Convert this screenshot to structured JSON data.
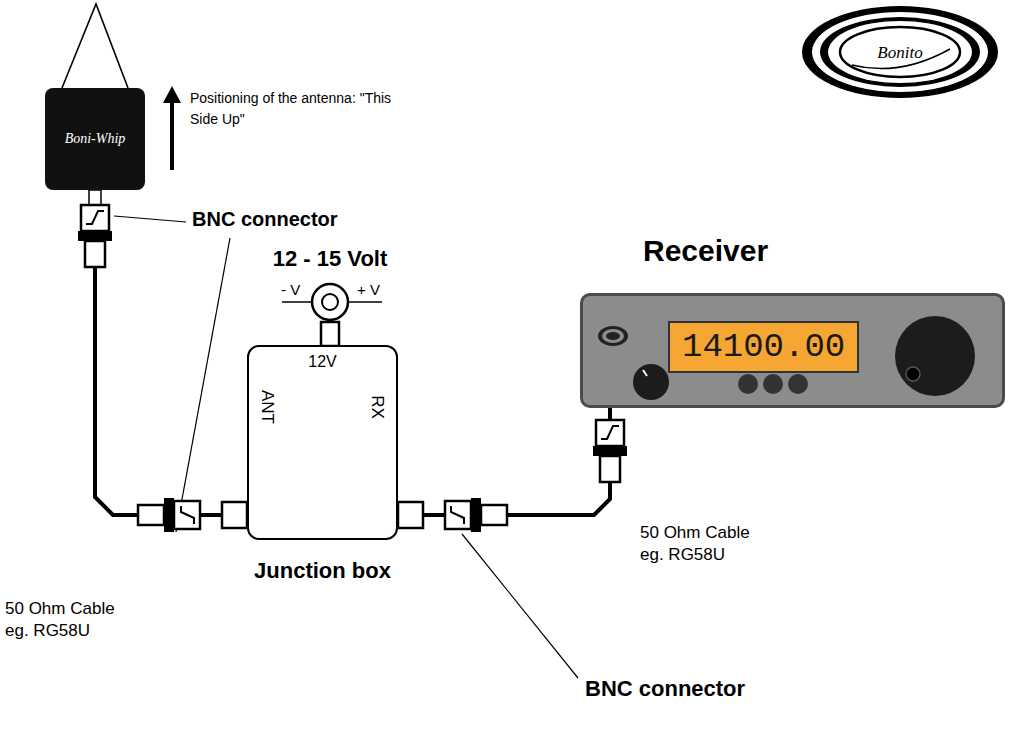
{
  "diagram": {
    "nodes": [
      {
        "text": [
          "Bonito"
        ]
      },
      {
        "text": [
          "Boni-Whip"
        ]
      },
      {
        "text": [
          "Receiver"
        ]
      },
      {
        "text": [
          "14100.00"
        ],
        "in": 2
      },
      {
        "text": [
          "12 - 15 Volt"
        ]
      },
      {
        "text": [
          "12V",
          "ANT",
          "RX",
          "Junction box"
        ]
      }
    ],
    "edges": [
      {
        "from": 1,
        "to": 5,
        "arrow": "none"
      },
      {
        "from": 5,
        "to": 2,
        "arrow": "none"
      },
      {
        "from": 4,
        "to": 5,
        "arrow": "none"
      }
    ],
    "labels": [
      "Positioning of the antenna: \"This Side Up\"",
      "BNC connector",
      "- V",
      "+ V",
      "50 Ohm Cable eg. RG58U",
      "50 Ohm Cable eg. RG58U",
      "BNC connector"
    ]
  }
}
